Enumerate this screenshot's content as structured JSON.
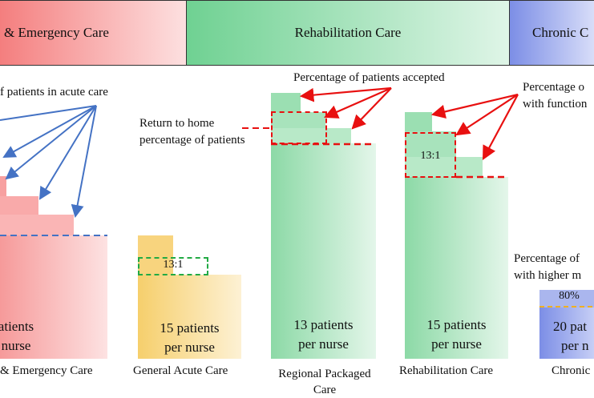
{
  "banners": {
    "acute": "& Emergency Care",
    "rehab": "Rehabilitation Care",
    "chronic": "Chronic C"
  },
  "annotations": {
    "acute_pct": "f patients in acute care",
    "return_home_1": "Return to home",
    "return_home_2": "percentage of patients",
    "accepted": "Percentage of patients accepted",
    "functional_1": "Percentage o",
    "functional_2": "with function",
    "higher_1": "Percentage of",
    "higher_2": "with higher m"
  },
  "columns": {
    "acute_emergency": {
      "ratio_line1": "atients",
      "ratio_line2": "nurse",
      "caption": "& Emergency Care"
    },
    "general_acute": {
      "ratio_box": "13:1",
      "ratio_line1": "15 patients",
      "ratio_line2": "per nurse",
      "caption": "General Acute Care"
    },
    "regional_packaged": {
      "ratio_line1": "13 patients",
      "ratio_line2": "per nurse",
      "caption_line1": "Regional Packaged",
      "caption_line2": "Care"
    },
    "rehabilitation": {
      "ratio_box": "13:1",
      "ratio_line1": "15 patients",
      "ratio_line2": "per nurse",
      "caption": "Rehabilitation Care"
    },
    "chronic": {
      "pct": "80%",
      "ratio_line1": "20 pat",
      "ratio_line2": "per n",
      "caption": "Chronic"
    }
  },
  "colors": {
    "acute_red": "#f47d7d",
    "acute_yellow": "#f6cf6c",
    "rehab_green": "#6fd192",
    "chronic_blue": "#7c8ee6",
    "arrow_blue": "#4472c4",
    "arrow_red": "#e81010",
    "dash_green": "#22aa44",
    "dash_yellow": "#f0b020"
  }
}
